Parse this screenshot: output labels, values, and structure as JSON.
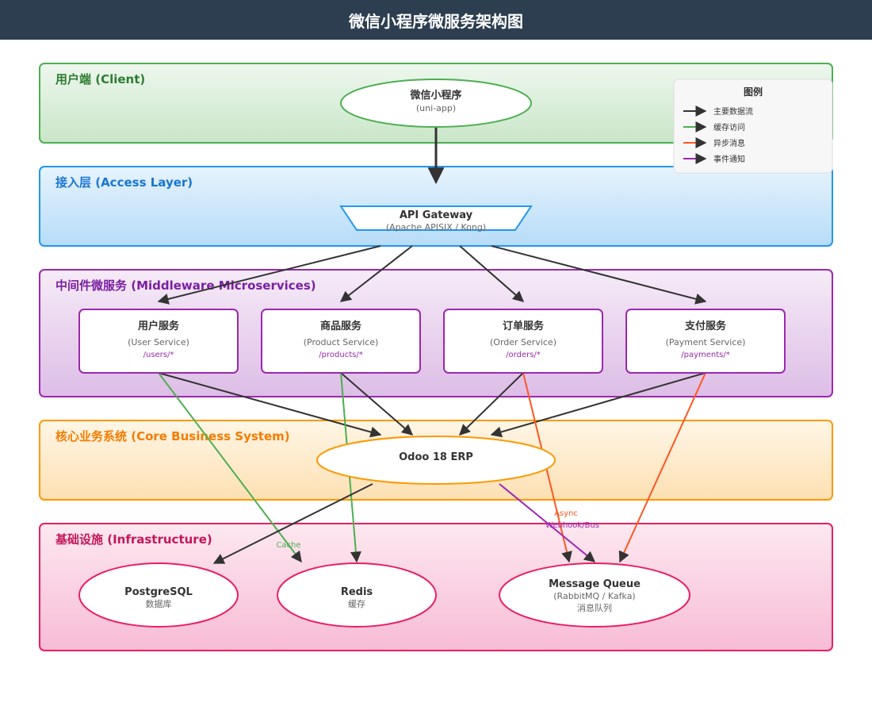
{
  "header": {
    "title": "微信小程序微服务架构图"
  },
  "layers": {
    "client": {
      "title": "用户端 (Client)",
      "color": "#2e7d32"
    },
    "access": {
      "title": "接入层 (Access Layer)",
      "color": "#1976d2"
    },
    "middleware": {
      "title": "中间件微服务 (Middleware Microservices)",
      "color": "#7b1fa2"
    },
    "core": {
      "title": "核心业务系统 (Core Business System)",
      "color": "#f57c00"
    },
    "infra": {
      "title": "基础设施 (Infrastructure)",
      "color": "#c2185b"
    }
  },
  "nodes": {
    "miniprogram": {
      "title": "微信小程序",
      "sub": "(uni-app)"
    },
    "gateway": {
      "title": "API Gateway",
      "sub": "(Apache APISIX / Kong)"
    },
    "user_service": {
      "title": "用户服务",
      "sub": "(User Service)",
      "path": "/users/*"
    },
    "product_service": {
      "title": "商品服务",
      "sub": "(Product Service)",
      "path": "/products/*"
    },
    "order_service": {
      "title": "订单服务",
      "sub": "(Order Service)",
      "path": "/orders/*"
    },
    "payment_service": {
      "title": "支付服务",
      "sub": "(Payment Service)",
      "path": "/payments/*"
    },
    "odoo": {
      "title": "Odoo 18 ERP"
    },
    "postgres": {
      "title": "PostgreSQL",
      "sub": "数据库"
    },
    "redis": {
      "title": "Redis",
      "sub": "缓存"
    },
    "mq": {
      "title": "Message Queue",
      "sub": "(RabbitMQ / Kafka)",
      "sub2": "消息队列"
    }
  },
  "edge_labels": {
    "cache": "Cache",
    "async": "Async",
    "webhook": "Webhook/Bus"
  },
  "legend": {
    "title": "图例",
    "items": [
      {
        "label": "主要数据流",
        "color": "#333333"
      },
      {
        "label": "缓存访问",
        "color": "#4caf50"
      },
      {
        "label": "异步消息",
        "color": "#ff5722"
      },
      {
        "label": "事件通知",
        "color": "#9c27b0"
      }
    ]
  }
}
